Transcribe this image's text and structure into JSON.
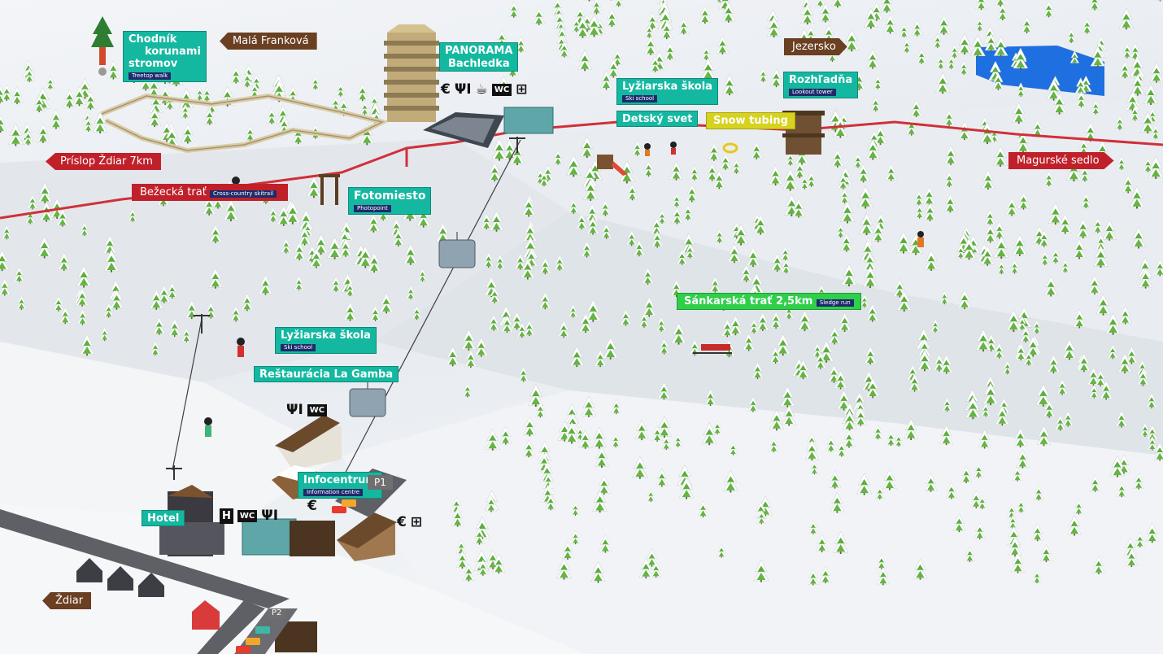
{
  "labels": {
    "chodnik": {
      "line1": "Chodník",
      "line2": "korunami",
      "line3": "stromov",
      "sub": "Treetop walk"
    },
    "mala_frankova": "Malá Franková",
    "panorama": {
      "line1": "PANORAMA",
      "line2": "Bachledka"
    },
    "lyziarska_top": {
      "title": "Lyžiarska škola",
      "sub": "Ski school"
    },
    "detsky_svet": "Detský svet",
    "snow_tubing": "Snow tubing",
    "jezersko": "Jezersko",
    "rozhladna": {
      "title": "Rozhľadňa",
      "sub": "Lookout tower"
    },
    "magurske_sedlo": "Magurské sedlo",
    "prislop": "Príslop Ždiar 7km",
    "bezecka": {
      "title": "Bežecká trať",
      "sub": "Cross-country skitrail"
    },
    "fotomiesto": {
      "title": "Fotomiesto",
      "sub": "Photopoint"
    },
    "sankarska": {
      "title": "Sánkarská trať 2,5km",
      "sub": "Sledge run"
    },
    "lyziarska_low": {
      "title": "Lyžiarska škola",
      "sub": "Ski school"
    },
    "restauracia": "Reštaurácia La Gamba",
    "infocentrum": {
      "title": "Infocentrum",
      "sub": "Information centre"
    },
    "hotel": "Hotel",
    "p1": "P1",
    "p2": "P2",
    "zdiar": "Ždiar"
  },
  "icons": {
    "euro": "€",
    "restaurant": "ΨΙ",
    "wc": "WC",
    "hotel": "H"
  },
  "colors": {
    "info_label": "#14b8a0",
    "destination_sign": "#6a3f22",
    "trail_sign": "#c0202a",
    "sledge_label": "#2fcf4a",
    "tubing_label": "#d6d21e",
    "water": "#1e6fe0",
    "trail": "#d0303a"
  }
}
